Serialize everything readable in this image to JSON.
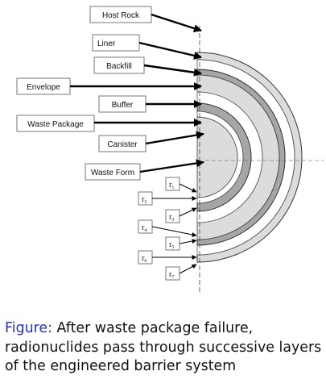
{
  "layers": {
    "host_rock": "Host Rock",
    "liner": "Liner",
    "backfill": "Backfill",
    "envelope": "Envelope",
    "buffer": "Buffer",
    "waste_package": "Waste Package",
    "canister": "Canister",
    "waste_form": "Waste Form"
  },
  "radii": [
    {
      "base": "r",
      "sub": "1"
    },
    {
      "base": "r",
      "sub": "2"
    },
    {
      "base": "r",
      "sub": "3"
    },
    {
      "base": "r",
      "sub": "4"
    },
    {
      "base": "r",
      "sub": "5"
    },
    {
      "base": "r",
      "sub": "6"
    },
    {
      "base": "r",
      "sub": "7"
    }
  ],
  "colors": {
    "light_layer": "#dcdcdc",
    "dark_layer": "#a6a6a6",
    "caption_prefix": "#2430c8"
  },
  "caption": {
    "prefix": "Figure:",
    "text": "After waste package failure, radionuclides pass through successive layers of the engineered barrier system"
  }
}
